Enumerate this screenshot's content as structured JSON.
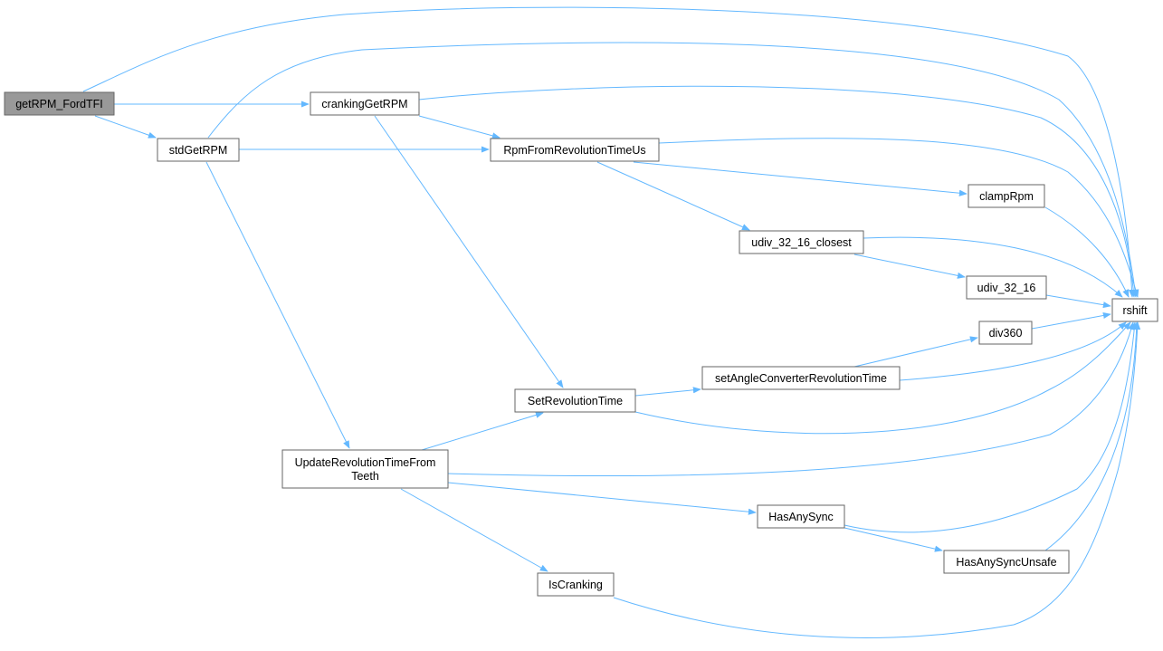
{
  "diagram": {
    "type": "call-graph",
    "edge_color": "#63b8ff",
    "root_fill": "#999999",
    "node_border": "#666666",
    "nodes": [
      {
        "id": "getRPM_FordTFI",
        "lines": [
          "getRPM_FordTFI"
        ],
        "root": true
      },
      {
        "id": "crankingGetRPM",
        "lines": [
          "crankingGetRPM"
        ]
      },
      {
        "id": "stdGetRPM",
        "lines": [
          "stdGetRPM"
        ]
      },
      {
        "id": "RpmFromRevolutionTimeUs",
        "lines": [
          "RpmFromRevolutionTimeUs"
        ]
      },
      {
        "id": "clampRpm",
        "lines": [
          "clampRpm"
        ]
      },
      {
        "id": "udiv_32_16_closest",
        "lines": [
          "udiv_32_16_closest"
        ]
      },
      {
        "id": "udiv_32_16",
        "lines": [
          "udiv_32_16"
        ]
      },
      {
        "id": "rshift",
        "lines": [
          "rshift"
        ]
      },
      {
        "id": "div360",
        "lines": [
          "div360"
        ]
      },
      {
        "id": "setAngleConverterRevolutionTime",
        "lines": [
          "setAngleConverterRevolutionTime"
        ]
      },
      {
        "id": "SetRevolutionTime",
        "lines": [
          "SetRevolutionTime"
        ]
      },
      {
        "id": "UpdateRevolutionTimeFromTeeth",
        "lines": [
          "UpdateRevolutionTimeFrom",
          "Teeth"
        ]
      },
      {
        "id": "HasAnySync",
        "lines": [
          "HasAnySync"
        ]
      },
      {
        "id": "HasAnySyncUnsafe",
        "lines": [
          "HasAnySyncUnsafe"
        ]
      },
      {
        "id": "IsCranking",
        "lines": [
          "IsCranking"
        ]
      }
    ],
    "edges": [
      [
        "getRPM_FordTFI",
        "rshift"
      ],
      [
        "getRPM_FordTFI",
        "crankingGetRPM"
      ],
      [
        "getRPM_FordTFI",
        "stdGetRPM"
      ],
      [
        "crankingGetRPM",
        "rshift"
      ],
      [
        "crankingGetRPM",
        "RpmFromRevolutionTimeUs"
      ],
      [
        "crankingGetRPM",
        "SetRevolutionTime"
      ],
      [
        "stdGetRPM",
        "rshift"
      ],
      [
        "stdGetRPM",
        "RpmFromRevolutionTimeUs"
      ],
      [
        "stdGetRPM",
        "UpdateRevolutionTimeFromTeeth"
      ],
      [
        "RpmFromRevolutionTimeUs",
        "rshift"
      ],
      [
        "RpmFromRevolutionTimeUs",
        "clampRpm"
      ],
      [
        "RpmFromRevolutionTimeUs",
        "udiv_32_16_closest"
      ],
      [
        "clampRpm",
        "rshift"
      ],
      [
        "udiv_32_16_closest",
        "rshift"
      ],
      [
        "udiv_32_16_closest",
        "udiv_32_16"
      ],
      [
        "udiv_32_16",
        "rshift"
      ],
      [
        "div360",
        "rshift"
      ],
      [
        "setAngleConverterRevolutionTime",
        "div360"
      ],
      [
        "setAngleConverterRevolutionTime",
        "rshift"
      ],
      [
        "SetRevolutionTime",
        "setAngleConverterRevolutionTime"
      ],
      [
        "SetRevolutionTime",
        "rshift"
      ],
      [
        "UpdateRevolutionTimeFromTeeth",
        "SetRevolutionTime"
      ],
      [
        "UpdateRevolutionTimeFromTeeth",
        "rshift"
      ],
      [
        "UpdateRevolutionTimeFromTeeth",
        "HasAnySync"
      ],
      [
        "UpdateRevolutionTimeFromTeeth",
        "IsCranking"
      ],
      [
        "HasAnySync",
        "rshift"
      ],
      [
        "HasAnySync",
        "HasAnySyncUnsafe"
      ],
      [
        "HasAnySyncUnsafe",
        "rshift"
      ],
      [
        "IsCranking",
        "rshift"
      ]
    ]
  }
}
